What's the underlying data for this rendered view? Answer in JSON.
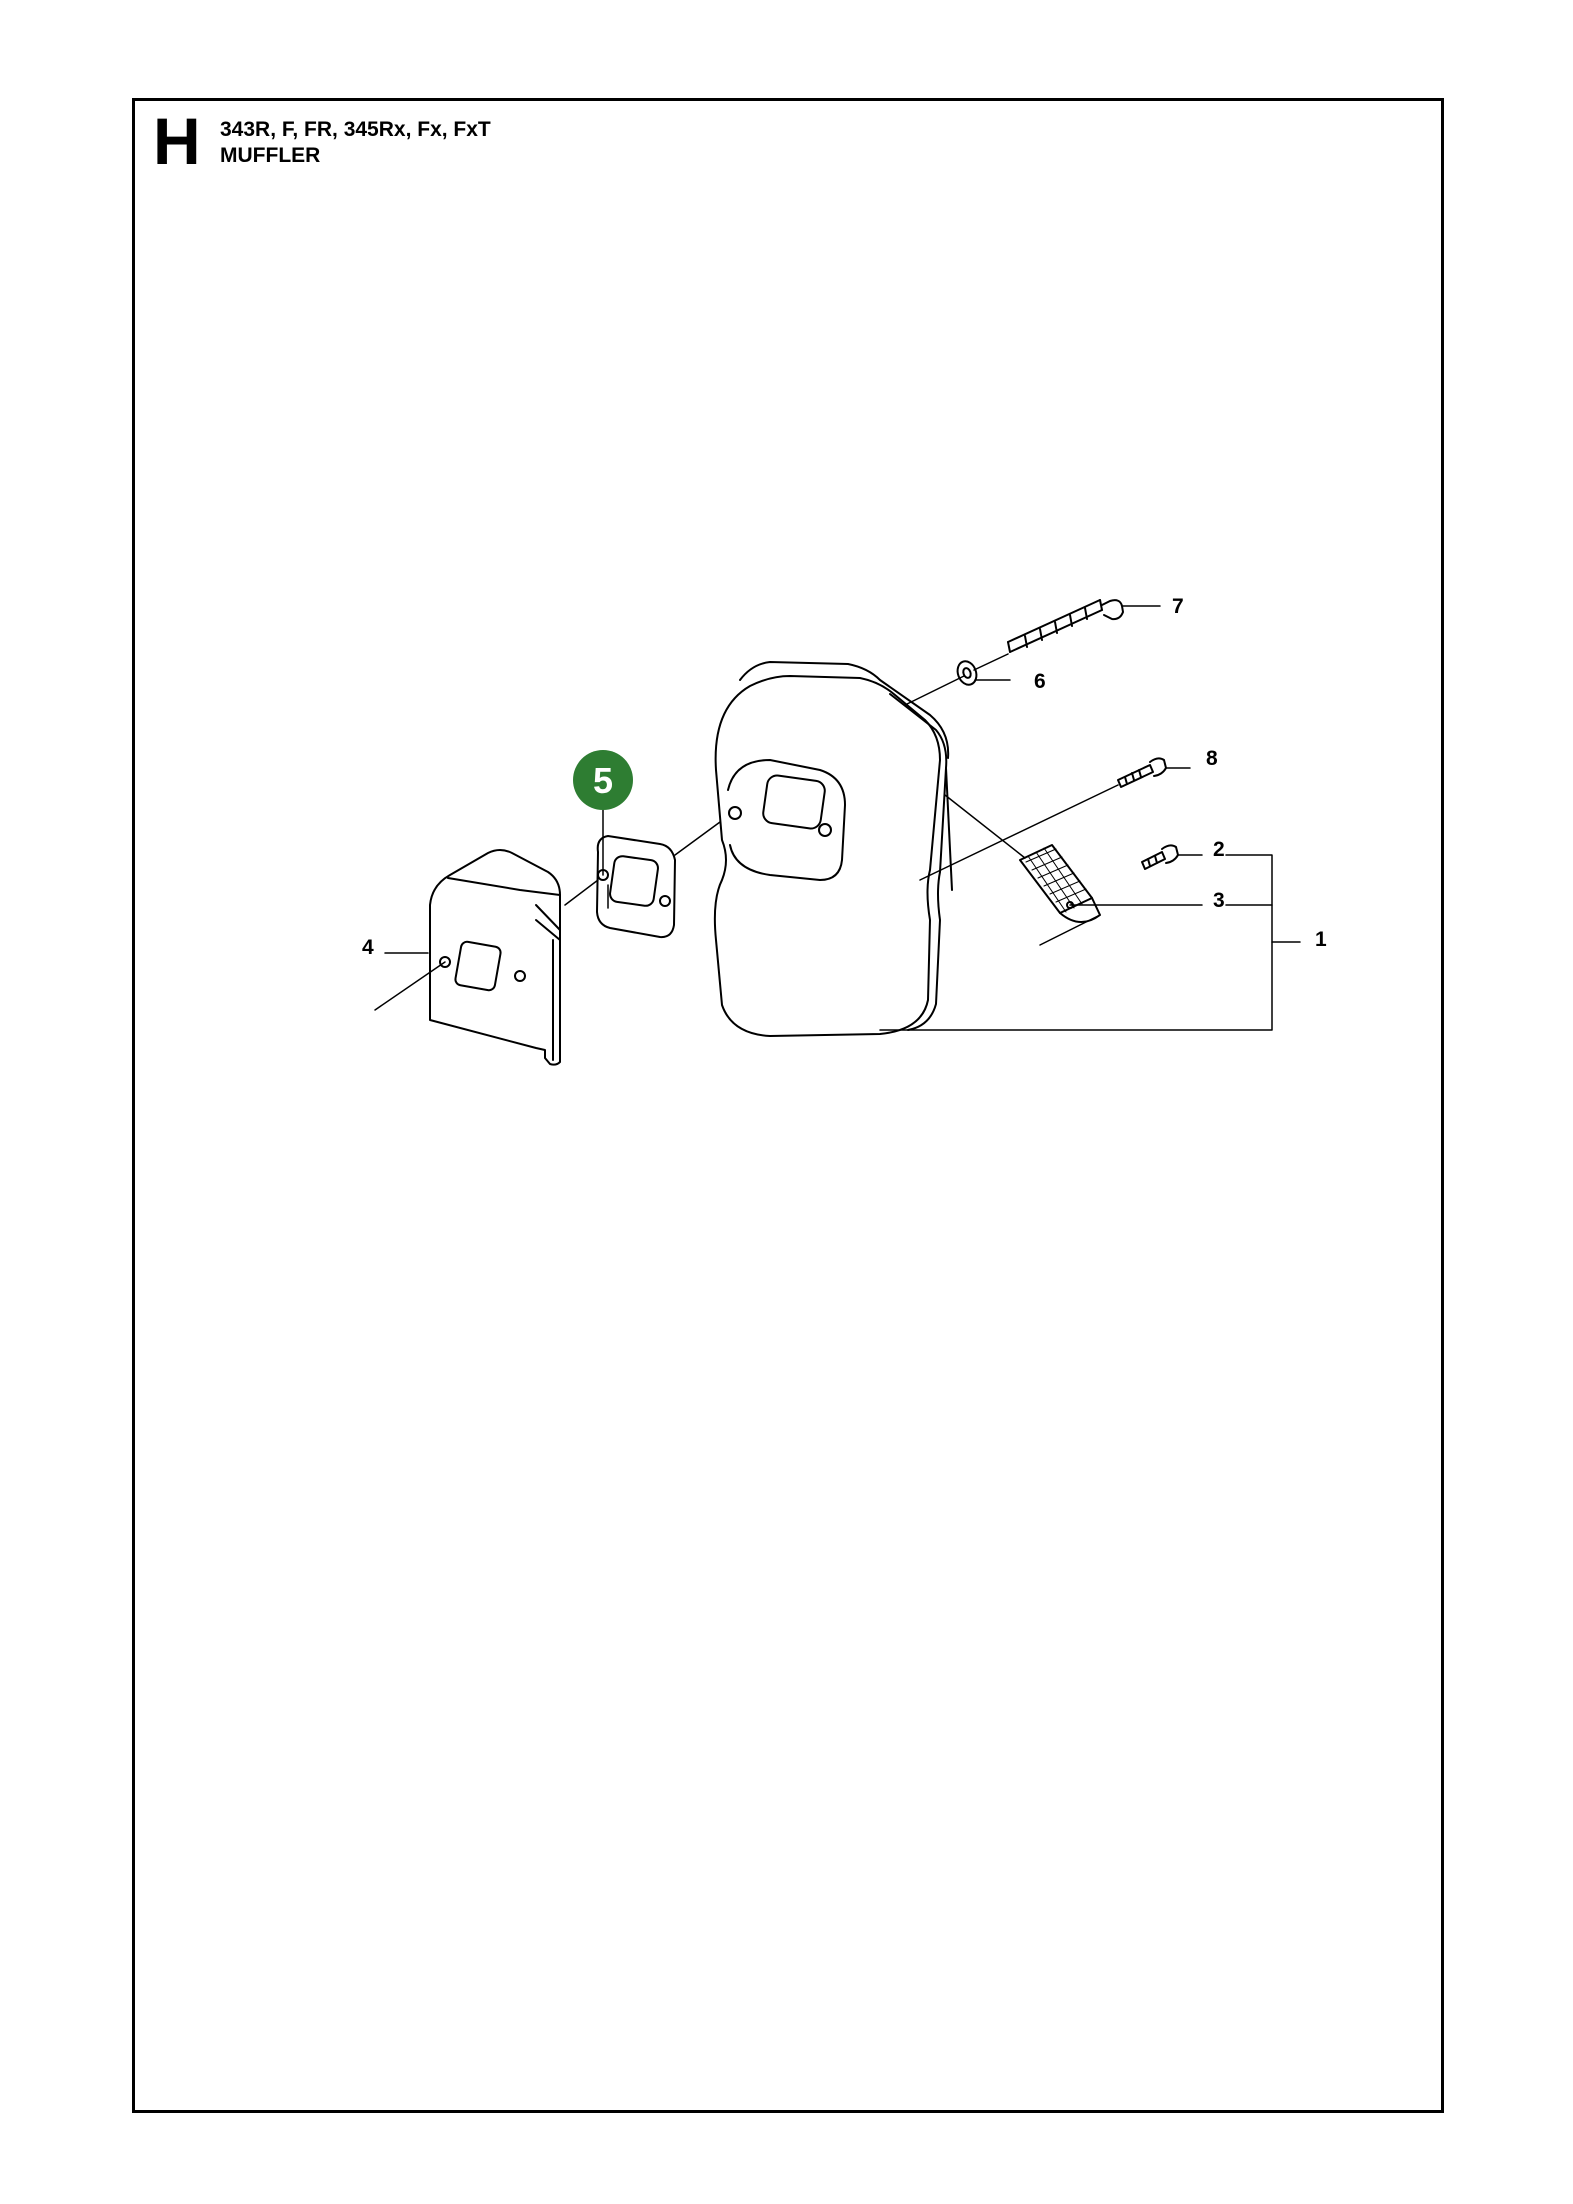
{
  "header": {
    "section_letter": "H",
    "models": "343R, F, FR, 345Rx, Fx, FxT",
    "title": "MUFFLER"
  },
  "callouts": {
    "c1": "1",
    "c2": "2",
    "c3": "3",
    "c4": "4",
    "c6": "6",
    "c7": "7",
    "c8": "8"
  },
  "highlight": {
    "number": "5",
    "color": "#2e7d32"
  }
}
